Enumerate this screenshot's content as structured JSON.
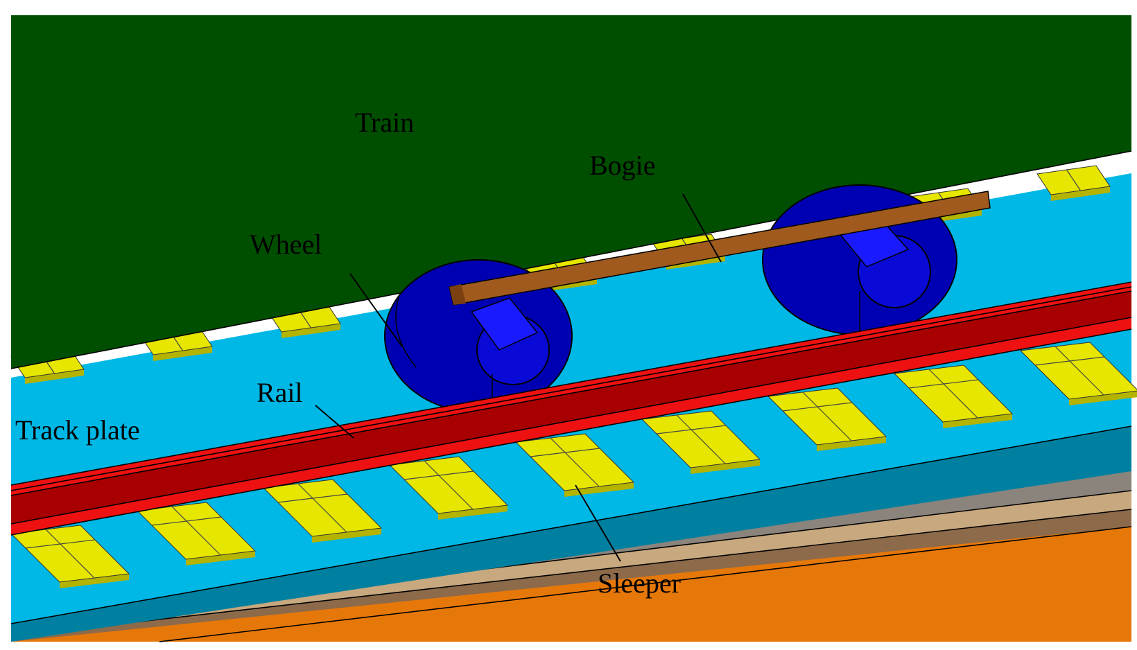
{
  "figure": {
    "labels": {
      "train": "Train",
      "bogie": "Bogie",
      "wheel": "Wheel",
      "rail": "Rail",
      "track_plate": "Track plate",
      "sleeper": "Sleeper"
    },
    "colors": {
      "train": "#004f00",
      "track_plate": "#00b8e6",
      "track_plate_side": "#0080a0",
      "sleeper": "#e6e600",
      "sleeper_side": "#b3b300",
      "rail_top": "#ee1111",
      "rail_side": "#a80000",
      "wheel": "#0000b3",
      "wheel_face": "#0a0ad6",
      "bogie": "#a05a1e",
      "subgrade": "#e6780a"
    }
  }
}
